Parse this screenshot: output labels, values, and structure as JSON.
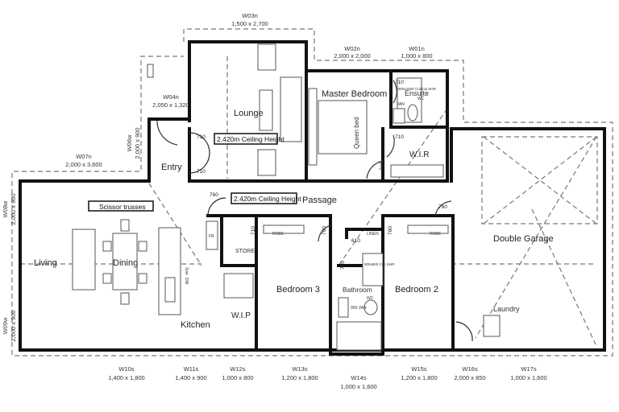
{
  "rooms": {
    "lounge": "Lounge",
    "master_bedroom": "Master Bedroom",
    "ensuite": "Ensuite",
    "wir": "W.I.R",
    "entry": "Entry",
    "passage": "Passage",
    "living": "Living",
    "dining": "Dining",
    "kitchen": "Kitchen",
    "store": "STORE",
    "wip": "W.I.P",
    "bedroom3": "Bedroom 3",
    "bathroom": "Bathroom",
    "bedroom2": "Bedroom 2",
    "double_garage": "Double Garage",
    "laundry": "Laundry",
    "linen": "LINEN"
  },
  "annotations": {
    "ceiling_lounge": "2.420m Ceiling Height",
    "ceiling_passage": "2.420m Ceiling Height",
    "scissor_trusses": "Scissor trusses",
    "queen_bed": "Queen bed",
    "shower": "900x1500 Cubical SHR",
    "van_ensuite": "VAN",
    "wc_ensuite": "WC",
    "robe": "ROBE",
    "wc_bath": "WC",
    "van_bath": "900 VAN",
    "shr_bath": "900x900 Cub SHR",
    "fr": "FR",
    "sink": "Sink",
    "dw": "DW"
  },
  "doors": [
    "710",
    "710",
    "760",
    "710",
    "710",
    "760",
    "760",
    "710",
    "760",
    "610",
    "710",
    "760"
  ],
  "windows": [
    {
      "id": "W03n",
      "size": "1,500 x 2,700"
    },
    {
      "id": "W02n",
      "size": "2,000 x 2,000"
    },
    {
      "id": "W01n",
      "size": "1,000 x 800"
    },
    {
      "id": "W04n",
      "size": "2,050 x 1,320"
    },
    {
      "id": "W06w",
      "size": "2,000 x 900"
    },
    {
      "id": "W07n",
      "size": "2,000 x 3,600"
    },
    {
      "id": "W08w",
      "size": "2,000 x 900"
    },
    {
      "id": "W09w",
      "size": "2,000 x 900"
    },
    {
      "id": "W10s",
      "size": "1,400 x 1,800"
    },
    {
      "id": "W11s",
      "size": "1,400 x 900"
    },
    {
      "id": "W12s",
      "size": "1,000 x 800"
    },
    {
      "id": "W13s",
      "size": "1,200 x 1,800"
    },
    {
      "id": "W14s",
      "size": "1,000 x 1,600"
    },
    {
      "id": "W15s",
      "size": "1,200 x 1,800"
    },
    {
      "id": "W16s",
      "size": "2,000 x 850"
    },
    {
      "id": "W17s",
      "size": "1,000 x 1,600"
    }
  ]
}
